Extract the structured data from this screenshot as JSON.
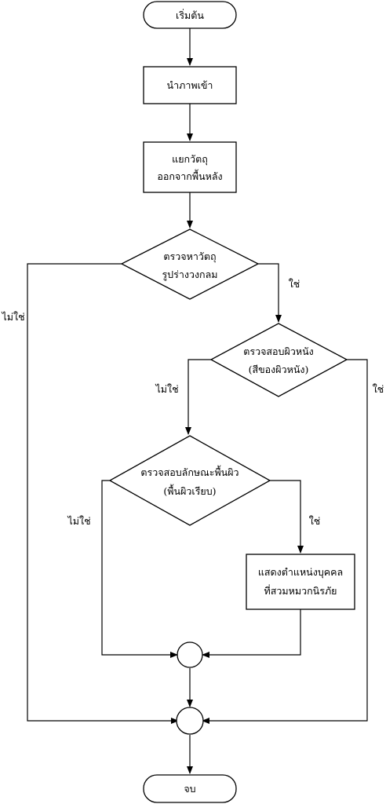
{
  "nodes": {
    "start": "เริ่มต้น",
    "import_image": "นำภาพเข้า",
    "separate_line1": "แยกวัตถุ",
    "separate_line2": "ออกจากพื้นหลัง",
    "detect_line1": "ตรวจหาวัตถุ",
    "detect_line2": "รูปร่างวงกลม",
    "skin_line1": "ตรวจสอบผิวหนัง",
    "skin_line2": "(สีของผิวหนัง)",
    "surface_line1": "ตรวจสอบลักษณะพื้นผิว",
    "surface_line2": "(พื้นผิวเรียบ)",
    "show_line1": "แสดงตำแหน่งบุคคล",
    "show_line2": "ที่สวมหมวกนิรภัย",
    "end": "จบ"
  },
  "edges": {
    "detect_no": "ไม่ใช่",
    "detect_yes": "ใช่",
    "skin_no": "ไม่ใช่",
    "skin_yes": "ใช่",
    "surface_no": "ไม่ใช่",
    "surface_yes": "ใช่"
  }
}
